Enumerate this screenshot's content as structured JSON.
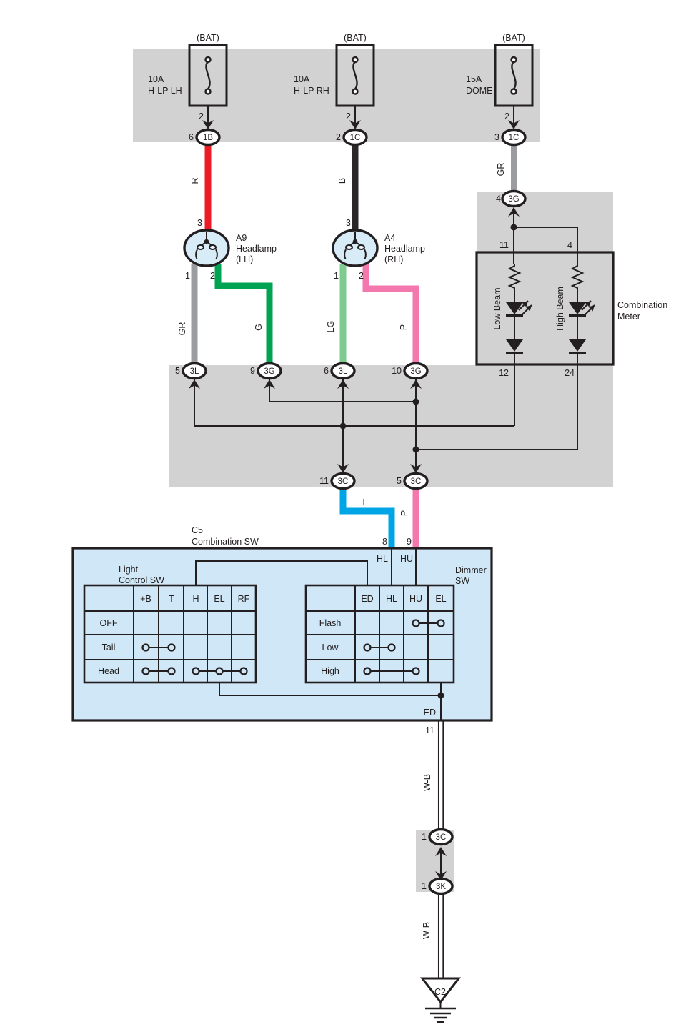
{
  "colors": {
    "red": "#ed1c24",
    "black_wire": "#2b2728",
    "gray_wire": "#9a9c9f",
    "green": "#00a351",
    "light_green": "#7ecb8f",
    "pink": "#f378ae",
    "blue": "#00a5e5",
    "band_gray": "#d2d2d2",
    "panel_blue": "#cfe7f6",
    "line_black": "#231f20"
  },
  "fuses": [
    {
      "bat": "(BAT)",
      "rating": "10A",
      "name": "H-LP LH",
      "pin": "2",
      "conn_pin": "6",
      "conn": "1B"
    },
    {
      "bat": "(BAT)",
      "rating": "10A",
      "name": "H-LP RH",
      "pin": "2",
      "conn_pin": "2",
      "conn": "1C"
    },
    {
      "bat": "(BAT)",
      "rating": "15A",
      "name": "DOME",
      "pin": "2",
      "conn_pin": "3",
      "conn": "1C"
    }
  ],
  "wire_labels": {
    "r": "R",
    "b": "B",
    "gr_top": "GR",
    "gr_left": "GR",
    "g": "G",
    "lg": "LG",
    "p_left": "P",
    "l": "L",
    "p_low": "P",
    "wb_upper": "W-B",
    "wb_lower": "W-B"
  },
  "headlamps": [
    {
      "code": "A9",
      "name": "Headlamp",
      "side": "(LH)",
      "pin_top": "3",
      "pin1": "1",
      "pin2": "2"
    },
    {
      "code": "A4",
      "name": "Headlamp",
      "side": "(RH)",
      "pin_top": "3",
      "pin1": "1",
      "pin2": "2"
    }
  ],
  "meter": {
    "conn_pin": "4",
    "conn": "3G",
    "pin_in_low": "11",
    "pin_in_high": "4",
    "low": "Low Beam",
    "high": "High Beam",
    "title1": "Combination",
    "title2": "Meter",
    "pin_out_low": "12",
    "pin_out_high": "24"
  },
  "band2": {
    "connectors": [
      {
        "pin": "5",
        "code": "3L"
      },
      {
        "pin": "9",
        "code": "3G"
      },
      {
        "pin": "6",
        "code": "3L"
      },
      {
        "pin": "10",
        "code": "3G"
      }
    ],
    "out": [
      {
        "pin": "11",
        "code": "3C"
      },
      {
        "pin": "5",
        "code": "3C"
      }
    ]
  },
  "comb_sw": {
    "code": "C5",
    "name": "Combination SW",
    "pin8": "8",
    "pin9": "9",
    "hl": "HL",
    "hu": "HU",
    "light_label1": "Light",
    "light_label2": "Control SW",
    "dimmer_label1": "Dimmer",
    "dimmer_label2": "SW",
    "light_cols": [
      "+B",
      "T",
      "H",
      "EL",
      "RF"
    ],
    "light_rows": [
      "OFF",
      "Tail",
      "Head"
    ],
    "dimmer_cols": [
      "ED",
      "HL",
      "HU",
      "EL"
    ],
    "dimmer_rows": [
      "Flash",
      "Low",
      "High"
    ],
    "ed": "ED",
    "pin11": "11"
  },
  "bottom": {
    "connectors": [
      {
        "pin": "1",
        "code": "3C"
      },
      {
        "pin": "1",
        "code": "3K"
      }
    ],
    "ground": "C2"
  }
}
